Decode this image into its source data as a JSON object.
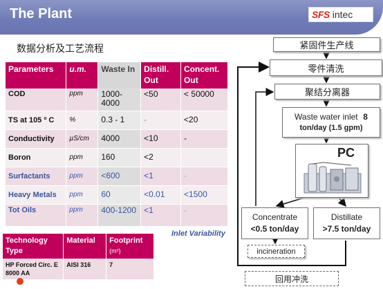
{
  "header": {
    "title": "The Plant",
    "logo_sfs": "SFS",
    "logo_intec": "intec"
  },
  "subtitle": "数据分析及工艺流程",
  "params_table": {
    "headers": [
      "Parameters",
      "u.m.",
      "Waste In",
      "Distill. Out",
      "Concent. Out"
    ],
    "rows": [
      {
        "param": "COD",
        "um": "ppm",
        "waste": "1000-4000",
        "distill": "<50",
        "concent": "< 50000"
      },
      {
        "param": "TS at 105 º C",
        "um": "%",
        "waste": "0.3 - 1",
        "distill": "-",
        "concent": "<20"
      },
      {
        "param": "Conductivity",
        "um": "µS/cm",
        "waste": "4000",
        "distill": "<10",
        "concent": "-"
      },
      {
        "param": "Boron",
        "um": "ppm",
        "waste": "160",
        "distill": "<2",
        "concent": ""
      },
      {
        "param": "Surfactants",
        "um": "ppm",
        "waste": "<600",
        "distill": "<1",
        "concent": "-"
      },
      {
        "param": "Heavy Metals",
        "um": "ppm",
        "waste": "60",
        "distill": "<0.01",
        "concent": "<1500"
      },
      {
        "param": "Tot Oils",
        "um": "ppm",
        "waste": "400-1200",
        "distill": "<1",
        "concent": "-"
      }
    ]
  },
  "inlet_note": "Inlet Variability",
  "tech_table": {
    "headers": {
      "technology": "Technology Type",
      "material": "Material",
      "footprint": "Footprint",
      "footprint_unit": "(m²)"
    },
    "row": {
      "technology": "HP Forced Circ. E 8000 AA",
      "material": "AISI 316",
      "footprint": "7"
    }
  },
  "flow": {
    "box1": "紧固件生产线",
    "box2": "零件清洗",
    "box3": "聚结分离器",
    "box4_line1": "Waste water inlet",
    "box4_num": "8",
    "box4_line2": "ton/day (1.5 gpm)",
    "box5": "PC",
    "box6_line1": "Concentrate",
    "box6_line2": "<0.5 ton/day",
    "box7_line1": "Distillate",
    "box7_line2": ">7.5 ton/day",
    "box8": "incineration",
    "box9": "回用冲洗"
  }
}
